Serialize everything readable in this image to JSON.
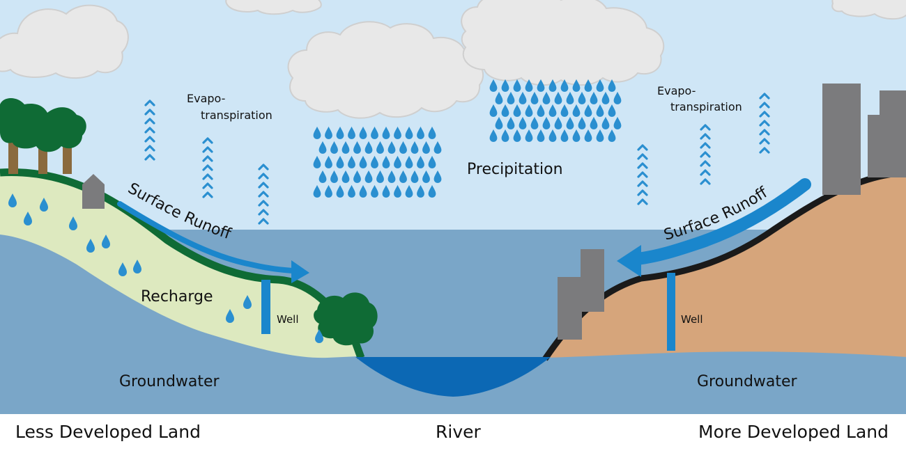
{
  "labels": {
    "evapo_left": [
      "Evapo-",
      "transpiration"
    ],
    "evapo_right": [
      "Evapo-",
      "transpiration"
    ],
    "precipitation": "Precipitation",
    "runoff_left": "Surface Runoff",
    "runoff_right": "Surface Runoff",
    "recharge": "Recharge",
    "well_left": "Well",
    "well_right": "Well",
    "groundwater_left": "Groundwater",
    "groundwater_right": "Groundwater"
  },
  "footer": {
    "left": "Less Developed Land",
    "center": "River",
    "right": "More Developed Land"
  },
  "colors": {
    "sky": "#cfe6f6",
    "groundwater": "#7aa6c8",
    "recharge_zone": "#dde9bf",
    "grass": "#0f6b35",
    "river": "#0c68b4",
    "developed_soil": "#d6a57b",
    "pavement": "#1a1a1a",
    "runoff_arrow": "#1a86cc",
    "raindrop": "#2a8fd0",
    "buildings": "#7b7b7d",
    "cloud": "#e8e8e8"
  },
  "icons": [
    "cloud-icon",
    "raindrop-icon",
    "chevron-up-icon",
    "tree-icon",
    "house-icon",
    "building-icon",
    "arrow-right-icon",
    "arrow-left-icon"
  ]
}
